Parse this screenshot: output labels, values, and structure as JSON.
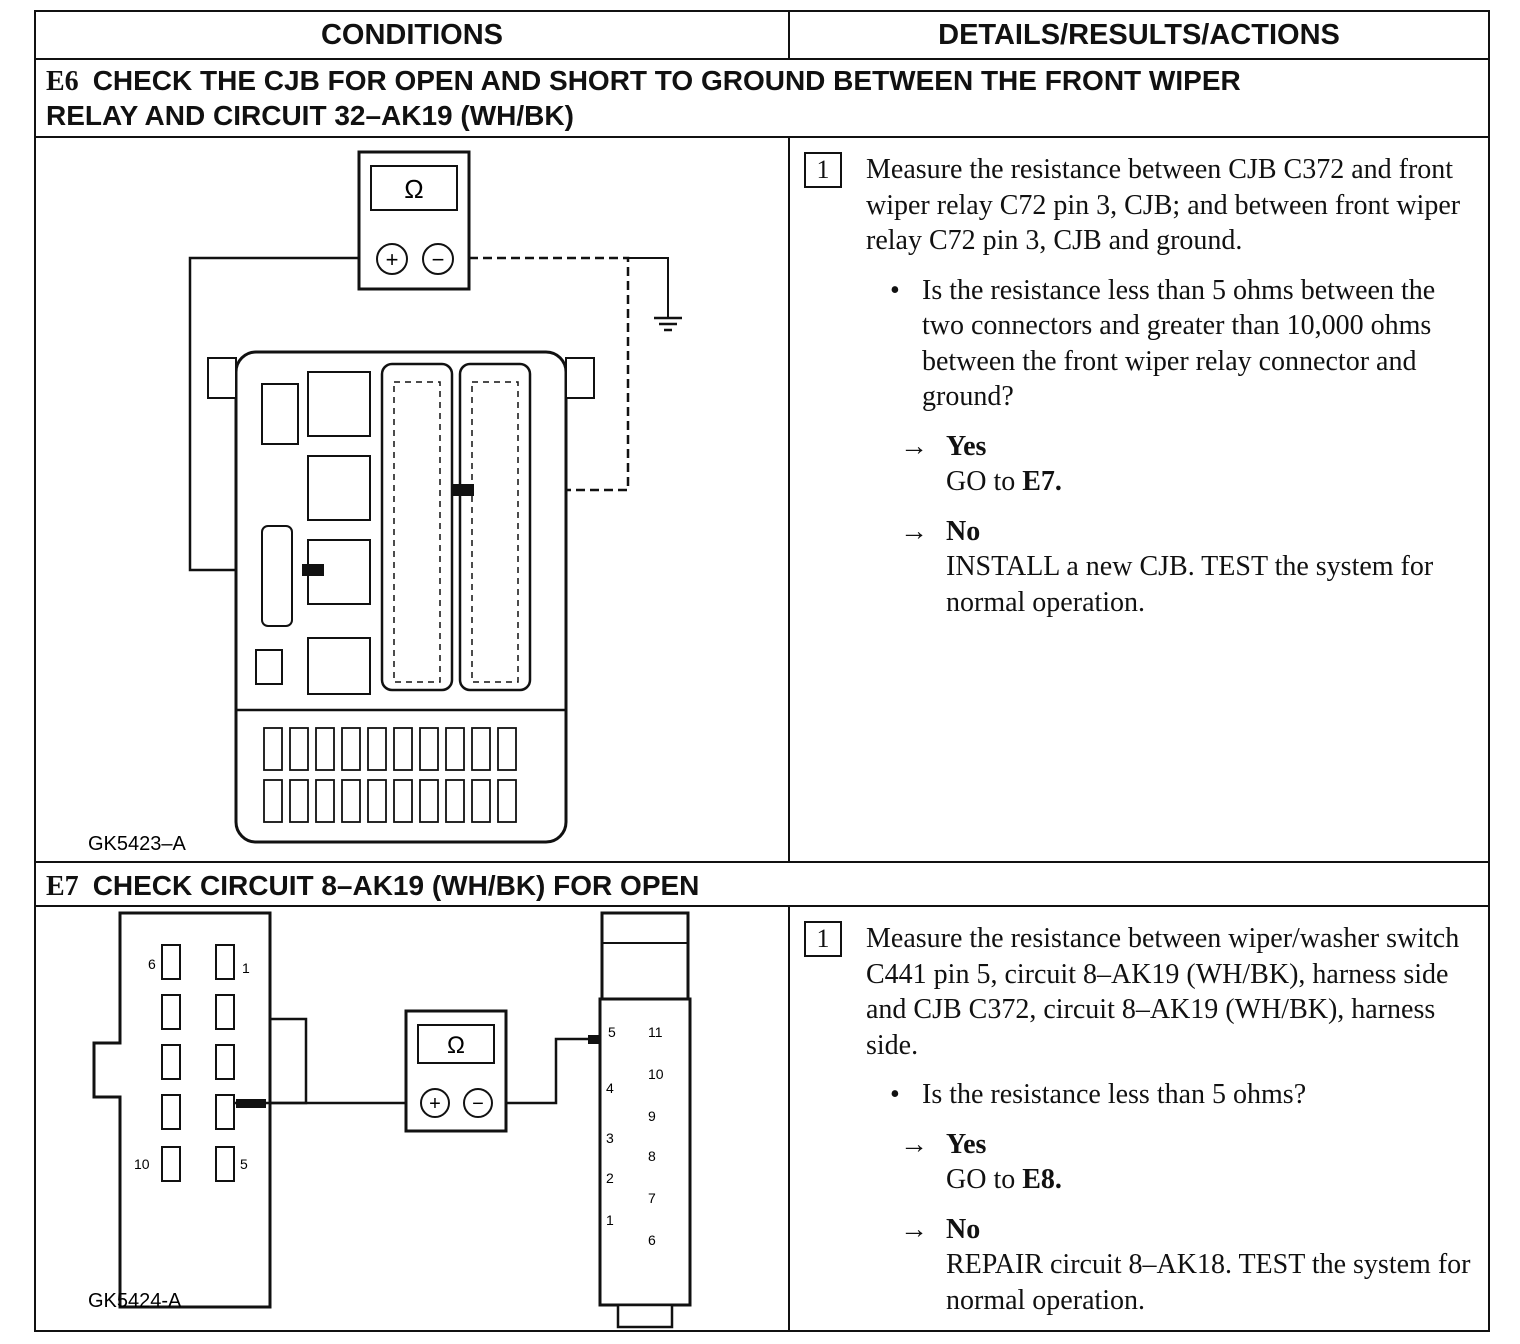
{
  "header": {
    "conditions": "CONDITIONS",
    "details": "DETAILS/RESULTS/ACTIONS"
  },
  "e6": {
    "id": "E6",
    "title_line1": "CHECK THE CJB FOR OPEN AND SHORT TO GROUND BETWEEN THE FRONT WIPER",
    "title_line2": "RELAY AND CIRCUIT 32–AK19 (WH/BK)",
    "figure_code": "GK5423–A",
    "meter_symbol": "Ω",
    "step_number": "1",
    "instruction": "Measure the resistance between CJB C372 and front wiper relay C72 pin 3, CJB; and between front wiper relay C72 pin 3, CJB and ground.",
    "question": "Is the resistance less than 5 ohms between the two connectors and greater than 10,000 ohms between the front wiper relay connector and ground?",
    "yes_label": "Yes",
    "yes_action_prefix": "GO to ",
    "yes_action_target": "E7.",
    "no_label": "No",
    "no_action": "INSTALL a new CJB. TEST the system for normal operation."
  },
  "e7": {
    "id": "E7",
    "title": "CHECK CIRCUIT 8–AK19 (WH/BK) FOR OPEN",
    "figure_code": "GK5424-A",
    "meter_symbol": "Ω",
    "left_pins": [
      "6",
      "1",
      "10",
      "5"
    ],
    "right_pins": [
      "5",
      "4",
      "3",
      "2",
      "1",
      "11",
      "10",
      "9",
      "8",
      "7",
      "6"
    ],
    "step_number": "1",
    "instruction": "Measure the resistance between wiper/washer switch C441 pin 5, circuit 8–AK19 (WH/BK), harness side and CJB C372, circuit 8–AK19 (WH/BK), harness side.",
    "question": "Is the resistance less than 5 ohms?",
    "yes_label": "Yes",
    "yes_action_prefix": "GO to ",
    "yes_action_target": "E8.",
    "no_label": "No",
    "no_action": "REPAIR circuit 8–AK18. TEST the system for normal operation."
  },
  "symbols": {
    "bullet": "•",
    "arrow": "→",
    "plus": "+",
    "minus": "−"
  }
}
